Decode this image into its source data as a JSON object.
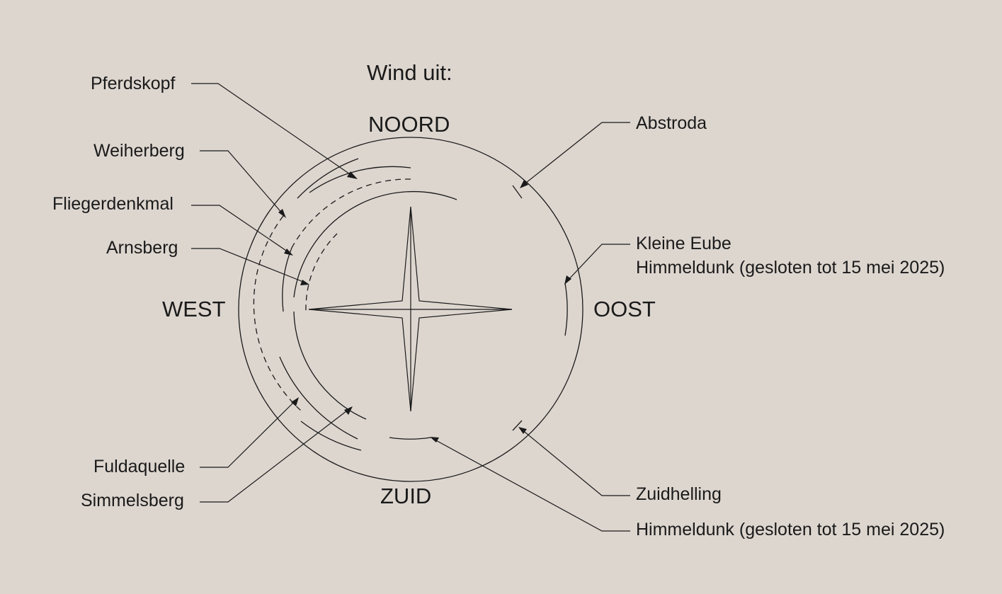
{
  "title": "Wind uit:",
  "directions": {
    "north": "NOORD",
    "east": "OOST",
    "south": "ZUID",
    "west": "WEST"
  },
  "sites": {
    "pferdskopf": "Pferdskopf",
    "weiherberg": "Weiherberg",
    "fliegerdenkmal": "Fliegerdenkmal",
    "arnsberg": "Arnsberg",
    "abstroda": "Abstroda",
    "kleine_eube": "Kleine Eube",
    "himmeldunk_east": "Himmeldunk (gesloten tot 15 mei 2025)",
    "zuidhelling": "Zuidhelling",
    "himmeldunk_south": "Himmeldunk (gesloten tot 15 mei 2025)",
    "fuldaquelle": "Fuldaquelle",
    "simmelsberg": "Simmelsberg"
  },
  "colors": {
    "background": "#ddd6cf",
    "ink": "#1a1a1a"
  }
}
